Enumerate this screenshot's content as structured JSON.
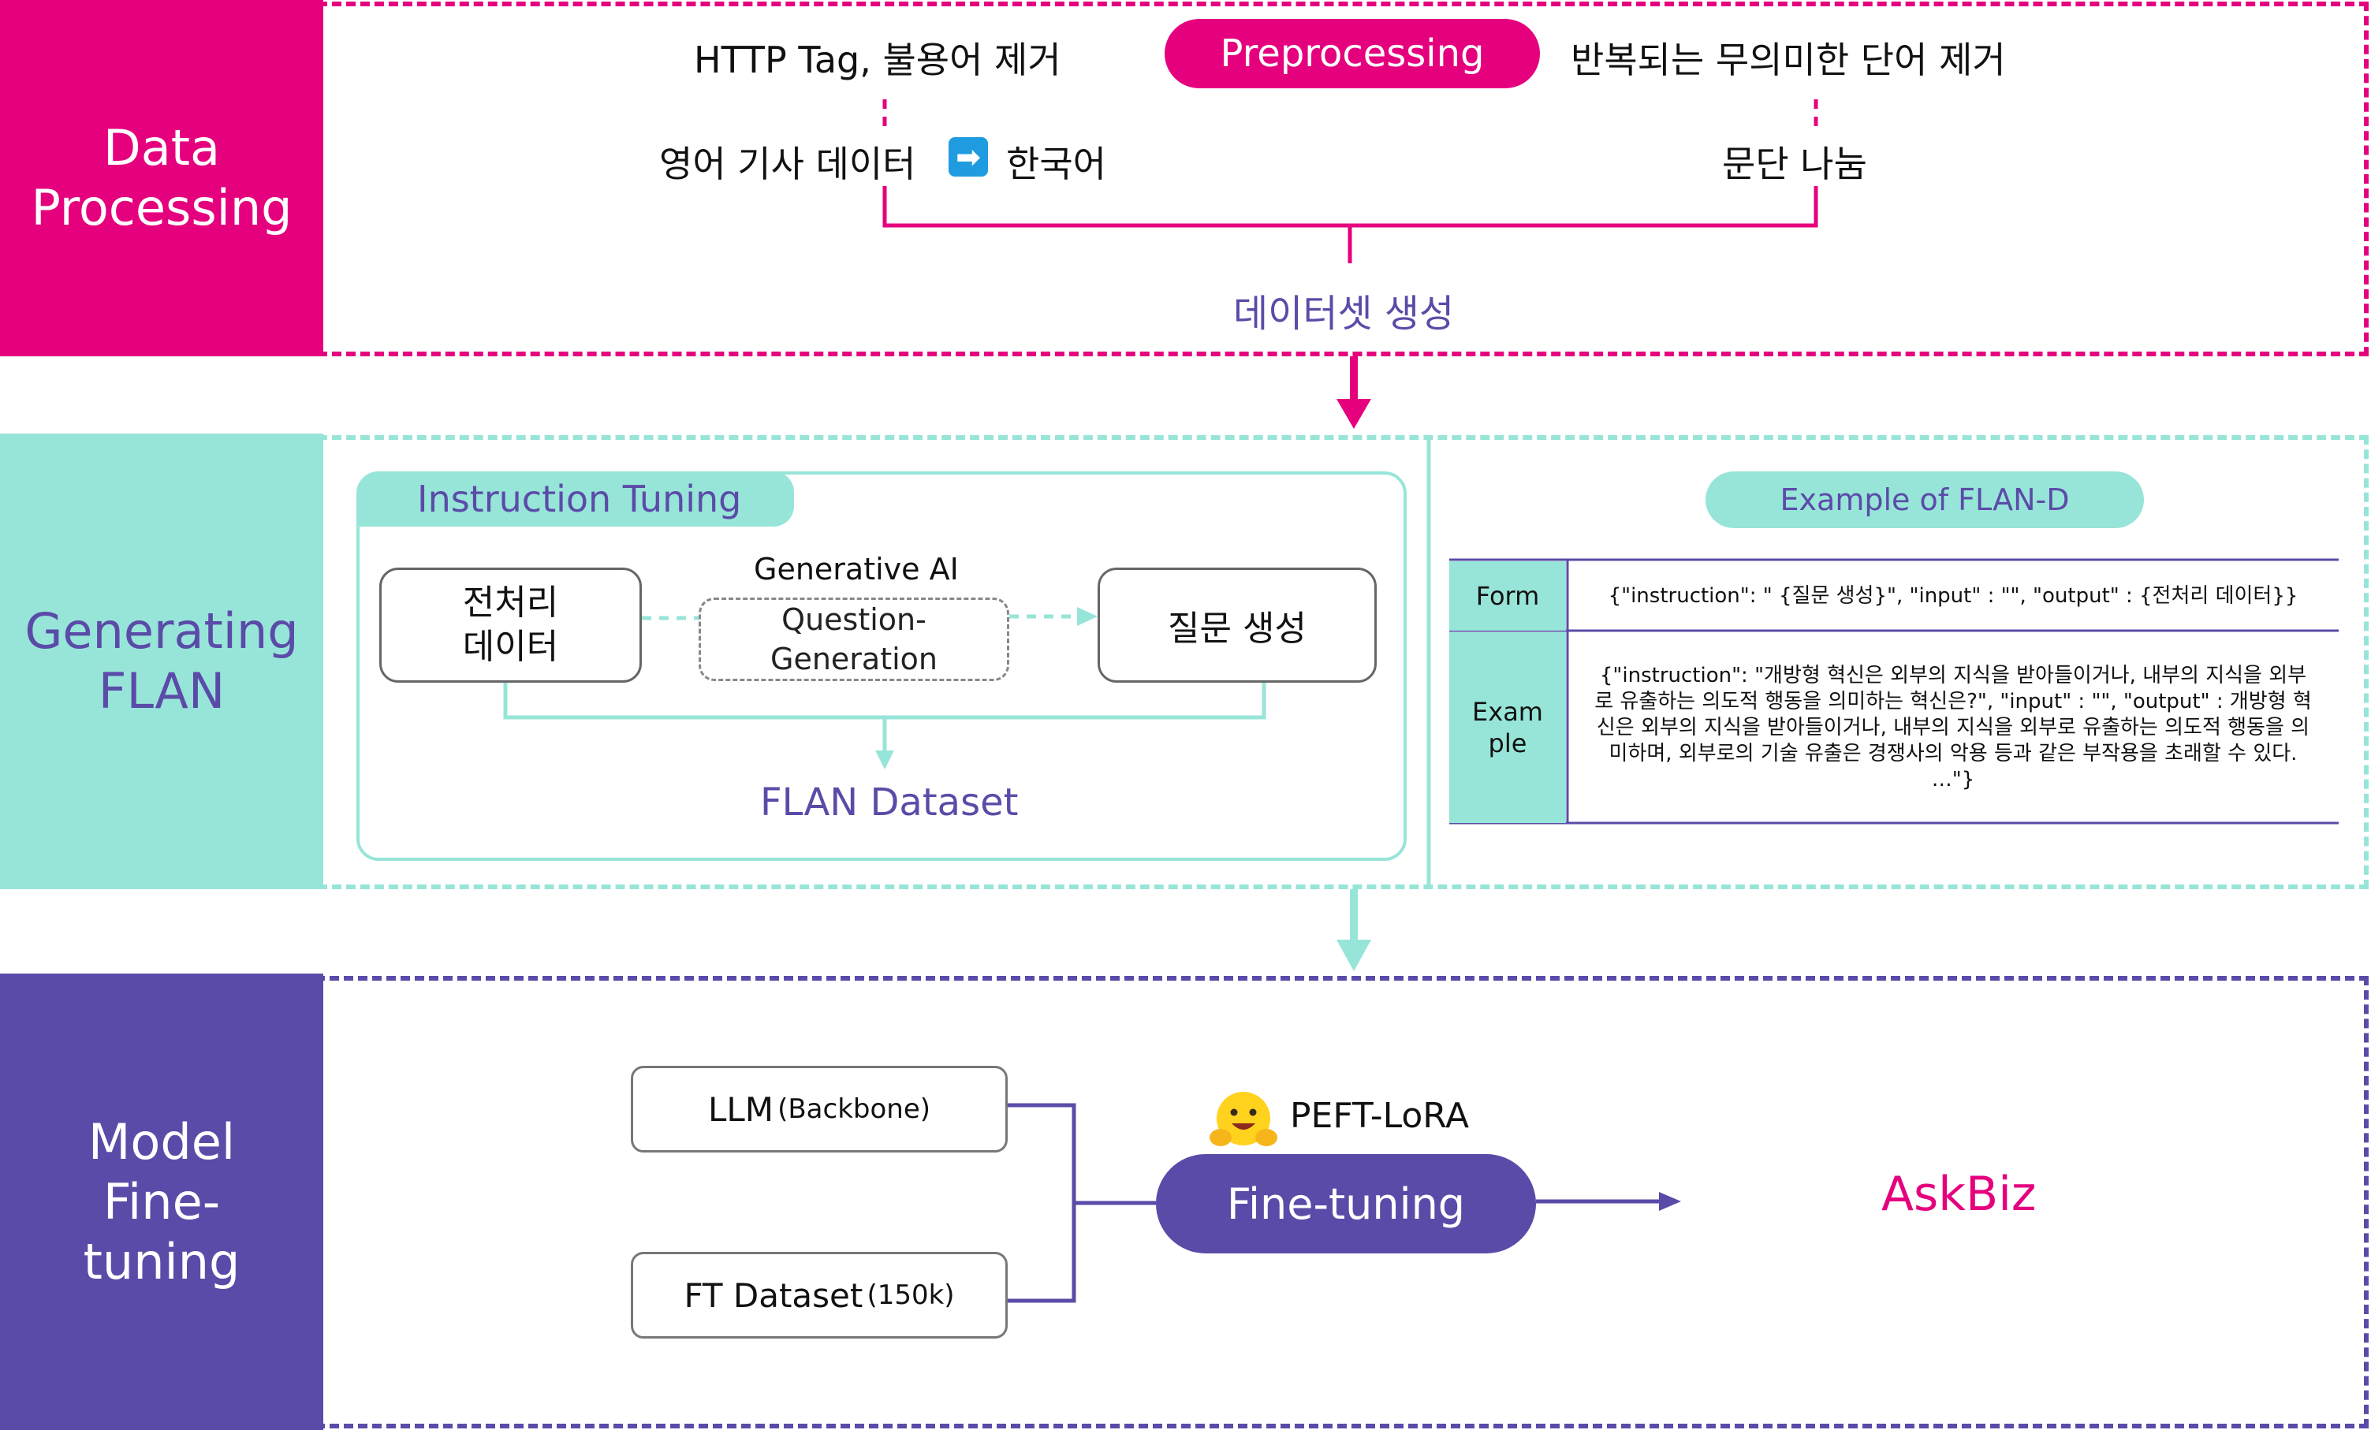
{
  "colors": {
    "magenta": "#E5007E",
    "teal": "#97E5D8",
    "purple": "#5B4BA8",
    "blue": "#1F9BE0"
  },
  "sections": {
    "data_processing": "Data\nProcessing",
    "generating_flan": "Generating\nFLAN",
    "model_finetuning": "Model\nFine-\ntuning"
  },
  "preprocessing": {
    "left_top": "HTTP Tag, 불용어 제거",
    "center": "Preprocessing",
    "right_top": "반복되는 무의미한 단어 제거",
    "left_bottom_a": "영어 기사 데이터",
    "arrow_icon": "right-arrow-icon",
    "left_bottom_b": "한국어",
    "right_bottom": "문단 나눔",
    "output": "데이터셋 생성"
  },
  "instruction_tuning": {
    "title": "Instruction Tuning",
    "input_box": "전처리\n데이터",
    "gen_ai_label": "Generative AI",
    "qg_box": "Question-\nGeneration",
    "output_box": "질문 생성",
    "result": "FLAN Dataset"
  },
  "flan_example": {
    "title": "Example of FLAN-D",
    "rows": [
      {
        "header": "Form",
        "content": "{\"instruction\": \" {질문 생성}\", \"input\" : \"\", \"output\" : {전처리 데이터}}"
      },
      {
        "header": "Exam\nple",
        "content": "{\"instruction\": \"개방형 혁신은 외부의 지식을 받아들이거나, 내부의 지식을 외부로 유출하는 의도적 행동을 의미하는 혁신은?\", \"input\" : \"\", \"output\" : 개방형 혁신은 외부의 지식을 받아들이거나, 내부의 지식을 외부로 유출하는 의도적 행동을 의미하며, 외부로의 기술 유출은 경쟁사의 악용 등과 같은 부작용을 초래할 수 있다. …\"}"
      }
    ]
  },
  "finetuning": {
    "llm_main": "LLM",
    "llm_sub": "(Backbone)",
    "ft_main": "FT Dataset",
    "ft_sub": "(150k)",
    "peft_icon": "hugging-face-icon",
    "peft_label": "PEFT-LoRA",
    "pill": "Fine-tuning",
    "result": "AskBiz"
  }
}
